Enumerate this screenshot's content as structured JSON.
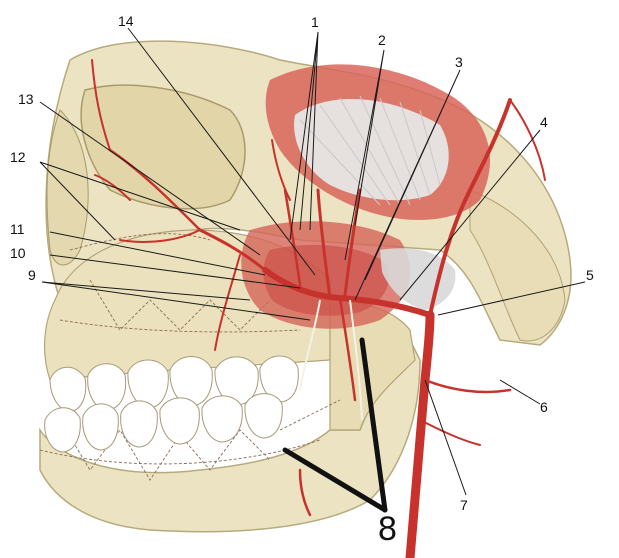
{
  "figure": {
    "labels": [
      {
        "id": "1",
        "text": "1"
      },
      {
        "id": "2",
        "text": "2"
      },
      {
        "id": "3",
        "text": "3"
      },
      {
        "id": "4",
        "text": "4"
      },
      {
        "id": "5",
        "text": "5"
      },
      {
        "id": "6",
        "text": "6"
      },
      {
        "id": "7",
        "text": "7"
      },
      {
        "id": "8",
        "text": "8"
      },
      {
        "id": "9",
        "text": "9"
      },
      {
        "id": "10",
        "text": "10"
      },
      {
        "id": "11",
        "text": "11"
      },
      {
        "id": "12",
        "text": "12"
      },
      {
        "id": "13",
        "text": "13"
      },
      {
        "id": "14",
        "text": "14"
      }
    ]
  },
  "colors": {
    "bone": "#ece3c2",
    "bone_shadow": "#c9bd94",
    "artery": "#c8322c",
    "muscle": "#d9655a",
    "tendon": "#e6e6e6",
    "leader": "#1a1a1a"
  }
}
